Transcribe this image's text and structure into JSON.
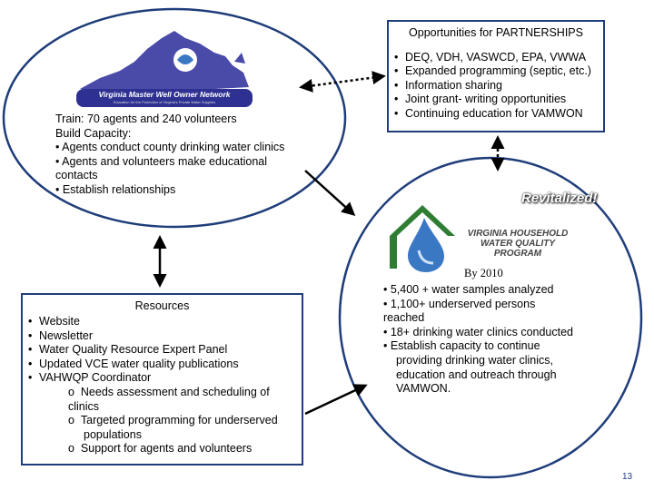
{
  "logos": {
    "vamwon": {
      "name": "Virginia Master Well Owner Network",
      "tagline": "Education for the Protection of Virginia's Private Water Supplies"
    },
    "vahwqp": {
      "line1": "VIRGINIA HOUSEHOLD",
      "line2": "WATER QUALITY",
      "line3": "PROGRAM"
    }
  },
  "train": {
    "lines": [
      "Train: 70 agents and 240 volunteers",
      "Build Capacity:",
      "• Agents conduct county drinking water clinics",
      "• Agents and volunteers make educational",
      "contacts",
      "• Establish relationships"
    ]
  },
  "partnerships": {
    "title": "Opportunities for PARTNERSHIPS",
    "items": [
      "DEQ, VDH, VASWCD, EPA, VWWA",
      "Expanded programming (septic, etc.)",
      "Information sharing",
      "Joint grant- writing opportunities",
      "Continuing education for VAMWON"
    ]
  },
  "resources": {
    "title": "Resources",
    "items": [
      "Website",
      "Newsletter",
      "Water Quality Resource Expert Panel",
      "Updated VCE water quality publications",
      "VAHWQP Coordinator"
    ],
    "sub_items": [
      "Needs assessment and scheduling of",
      "clinics",
      "Targeted programming for underserved",
      "populations",
      "Support for agents and volunteers"
    ]
  },
  "revitalized": "Revitalized!",
  "by2010": {
    "title": "By 2010",
    "lines": [
      "• 5,400 + water samples analyzed",
      "• 1,100+ underserved persons",
      "reached",
      "• 18+ drinking water clinics conducted",
      "• Establish capacity to continue",
      "providing drinking water clinics,",
      "education and outreach through",
      "VAMWON."
    ]
  },
  "page_number": "13",
  "colors": {
    "outline": "#1f3d7a",
    "arrow": "#000000",
    "state_fill": "#4a4aa8",
    "logo_banner": "#2e3192",
    "house_green": "#2e7d32",
    "drop_blue": "#3b78c4"
  }
}
